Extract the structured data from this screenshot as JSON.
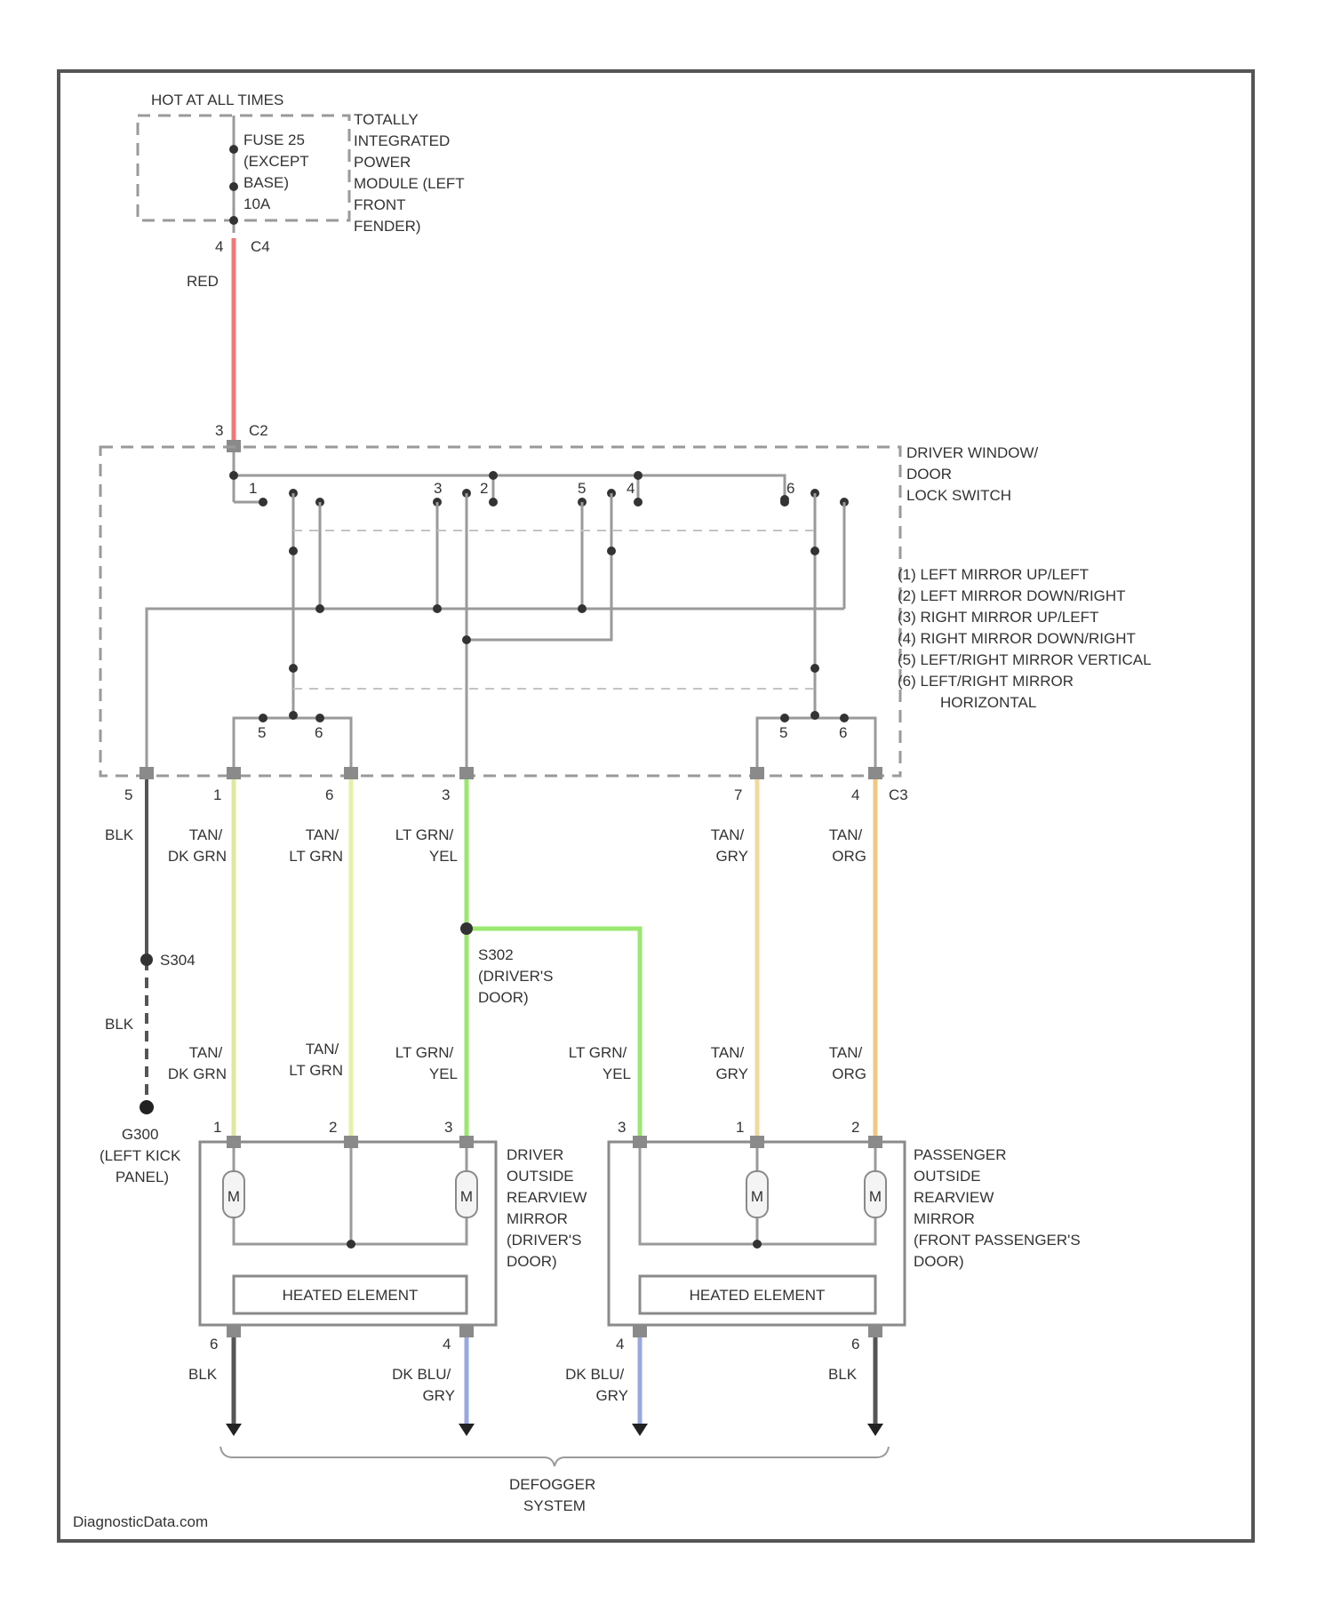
{
  "source": {
    "label": "HOT AT ALL TIMES",
    "fuse": [
      "FUSE 25",
      "(EXCEPT",
      "BASE)",
      "10A"
    ],
    "module": [
      "TOTALLY",
      "INTEGRATED",
      "POWER",
      "MODULE (LEFT",
      "FRONT",
      "FENDER)"
    ]
  },
  "connectors": {
    "c4_pin": "4",
    "c4": "C4",
    "c2_pin": "3",
    "c2": "C2",
    "c3": "C3"
  },
  "wire_colors": {
    "red": "#f07878",
    "dk_grn": "#e0e8a0",
    "lt_grn": "#e6f0a8",
    "yel_grn": "#9ae870",
    "gry": "#f0d8a0",
    "org": "#f0c880",
    "dk_blu": "#98a8e0",
    "blk": "#555555"
  },
  "switch": {
    "title": [
      "DRIVER WINDOW/",
      "DOOR",
      "LOCK SWITCH"
    ],
    "legend": [
      "(1) LEFT MIRROR UP/LEFT",
      "(2) LEFT MIRROR DOWN/RIGHT",
      "(3) RIGHT MIRROR UP/LEFT",
      "(4) RIGHT MIRROR DOWN/RIGHT",
      "(5) LEFT/RIGHT MIRROR VERTICAL",
      "(6) LEFT/RIGHT MIRROR",
      "HORIZONTAL"
    ],
    "contact_nums": [
      "1",
      "2",
      "3",
      "4",
      "5",
      "6"
    ],
    "sub_nums": [
      "5",
      "6"
    ]
  },
  "pins_c3": [
    "5",
    "1",
    "6",
    "3",
    "7",
    "4"
  ],
  "wires_top": {
    "blk": "BLK",
    "w1": [
      "TAN/",
      "DK GRN"
    ],
    "w2": [
      "TAN/",
      "LT GRN"
    ],
    "w3": [
      "LT GRN/",
      "YEL"
    ],
    "w4": [
      "TAN/",
      "GRY"
    ],
    "w5": [
      "TAN/",
      "ORG"
    ]
  },
  "splice": {
    "s302": [
      "S302",
      "(DRIVER'S",
      "DOOR)"
    ],
    "s304": "S304"
  },
  "wires_bottom": {
    "blk": "BLK",
    "w1": [
      "TAN/",
      "DK GRN"
    ],
    "w2": [
      "TAN/",
      "LT GRN"
    ],
    "w3": [
      "LT GRN/",
      "YEL"
    ],
    "w3b": [
      "LT GRN/",
      "YEL"
    ],
    "w4": [
      "TAN/",
      "GRY"
    ],
    "w5": [
      "TAN/",
      "ORG"
    ]
  },
  "ground": [
    "G300",
    "(LEFT KICK",
    "PANEL)"
  ],
  "driver_mirror": {
    "pins": [
      "1",
      "2",
      "3"
    ],
    "label": [
      "DRIVER",
      "OUTSIDE",
      "REARVIEW",
      "MIRROR",
      "(DRIVER'S",
      "DOOR)"
    ],
    "heated": "HEATED ELEMENT",
    "motor": "M",
    "lower_pins": [
      "6",
      "4"
    ]
  },
  "passenger_mirror": {
    "pins": [
      "3",
      "1",
      "2"
    ],
    "label": [
      "PASSENGER",
      "OUTSIDE",
      "REARVIEW",
      "MIRROR",
      "(FRONT PASSENGER'S",
      "DOOR)"
    ],
    "heated": "HEATED ELEMENT",
    "motor": "M",
    "lower_pins": [
      "4",
      "6"
    ]
  },
  "lower_wires": {
    "w1": "BLK",
    "w2": [
      "DK BLU/",
      "GRY"
    ],
    "w3": [
      "DK BLU/",
      "GRY"
    ],
    "w4": "BLK"
  },
  "defogger": [
    "DEFOGGER",
    "SYSTEM"
  ],
  "watermark": "DiagnosticData.com"
}
